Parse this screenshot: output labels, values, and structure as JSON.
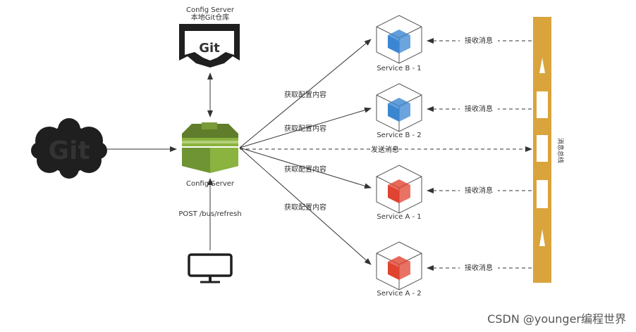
{
  "diagram": {
    "git_logo_text": "Git",
    "git_repo": {
      "title_line1": "Config Server",
      "title_line2": "本地Git仓库",
      "badge_text": "Git"
    },
    "config_server_label": "Config Server",
    "post_label": "POST /bus/refresh",
    "fetch_config_label": "获取配置内容",
    "send_message_label": "发送消息",
    "receive_message_label": "接收消息",
    "bus_label": "消息总线",
    "services": [
      {
        "name": "Service B - 1",
        "color": "#3b86d1"
      },
      {
        "name": "Service B - 2",
        "color": "#3b86d1"
      },
      {
        "name": "Service A - 1",
        "color": "#e0432f"
      },
      {
        "name": "Service A - 2",
        "color": "#e0432f"
      }
    ],
    "colors": {
      "bus": "#d9a43b",
      "server_top": "#5f7d2a",
      "server_mid": "#8ab33f",
      "server_light": "#6f9433",
      "arrow": "#333333"
    }
  },
  "watermark": "CSDN @younger编程世界"
}
